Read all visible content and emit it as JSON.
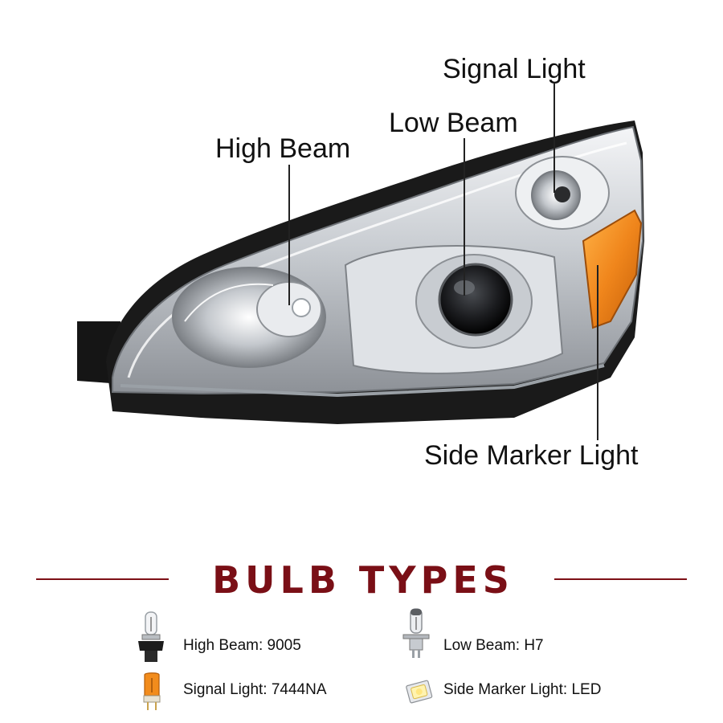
{
  "callouts": {
    "high_beam": "High Beam",
    "low_beam": "Low Beam",
    "signal_light": "Signal Light",
    "side_marker_light": "Side Marker Light"
  },
  "section": {
    "title": "BULB TYPES"
  },
  "bulbs": [
    {
      "label": "High Beam: 9005",
      "icon": "halogen-9005-bulb-icon"
    },
    {
      "label": "Low Beam: H7",
      "icon": "halogen-h7-bulb-icon"
    },
    {
      "label": "Signal Light: 7444NA",
      "icon": "amber-wedge-bulb-icon"
    },
    {
      "label": "Side Marker Light: LED",
      "icon": "led-chip-icon"
    }
  ],
  "colors": {
    "title": "#7a0f16",
    "rule": "#7d1016",
    "chrome": "#cfd3d8",
    "housing": "#1a1a1a",
    "amber": "#f0861c",
    "leader": "#222222"
  }
}
